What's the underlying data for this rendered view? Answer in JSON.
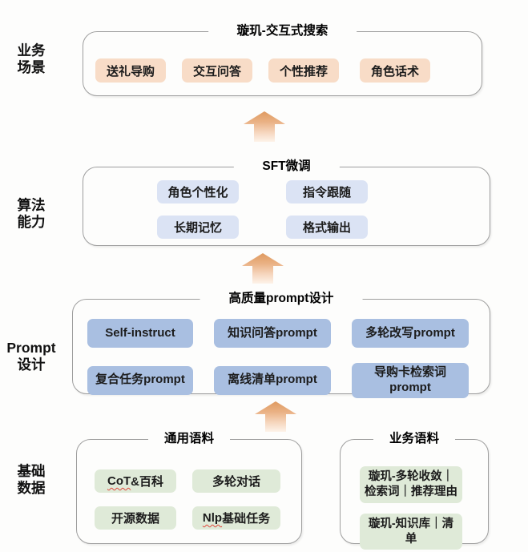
{
  "colors": {
    "peach_chip": "#f8dcc7",
    "lavender_chip": "#dbe3f4",
    "blue_chip": "#a9bfe1",
    "green_chip": "#dfead8",
    "arrow_orange": "#df9a60",
    "frame_border": "#9e9e9e",
    "spellcheck_red": "#e0483c"
  },
  "layers": {
    "business": {
      "label": {
        "line1": "业务",
        "line2": "场景"
      },
      "title": "璇玑-交互式搜索",
      "chips": [
        "送礼导购",
        "交互问答",
        "个性推荐",
        "角色话术"
      ]
    },
    "algorithm": {
      "label": {
        "line1": "算法",
        "line2": "能力"
      },
      "title": "SFT微调",
      "chips": [
        "角色个性化",
        "指令跟随",
        "长期记忆",
        "格式输出"
      ]
    },
    "prompt": {
      "label": {
        "line1": "Prompt",
        "line2": "设计"
      },
      "title": "高质量prompt设计",
      "chips": [
        "Self-instruct",
        "知识问答prompt",
        "多轮改写prompt",
        "复合任务prompt",
        "离线清单prompt",
        "导购卡检索词prompt"
      ]
    },
    "data": {
      "label": {
        "line1": "基础",
        "line2": "数据"
      },
      "general": {
        "title": "通用语料",
        "chips": [
          {
            "mark": "CoT",
            "rest": "&百科"
          },
          {
            "mark": "",
            "rest": "多轮对话"
          },
          {
            "mark": "",
            "rest": "开源数据"
          },
          {
            "mark": "Nlp",
            "rest": "基础任务"
          }
        ]
      },
      "business": {
        "title": "业务语料",
        "chips": [
          "璇玑-多轮收敛｜检索词｜推荐理由",
          "璇玑-知识库｜清单"
        ]
      }
    }
  }
}
